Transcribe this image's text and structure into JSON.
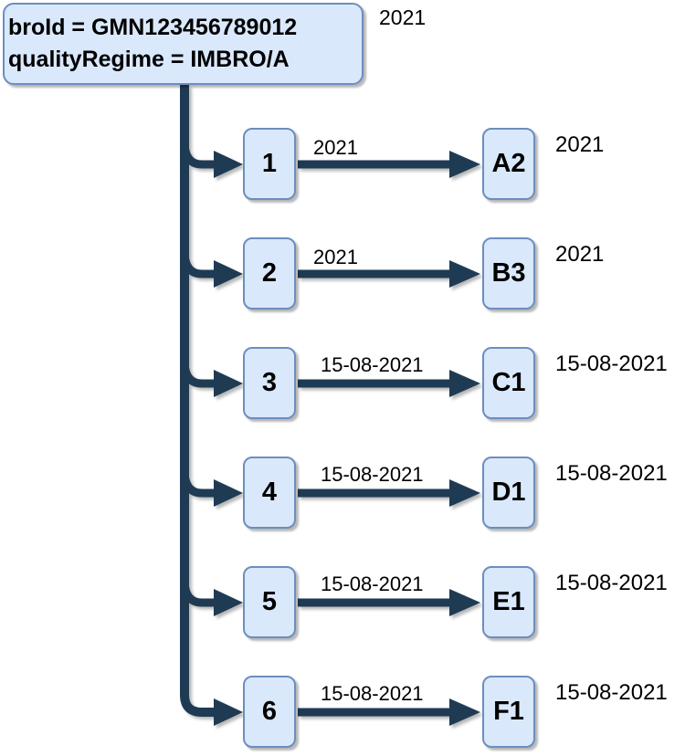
{
  "root": {
    "line1": "broId = GMN123456789012",
    "line2": "qualityRegime = IMBRO/A",
    "year_label": "2021"
  },
  "rows": [
    {
      "source": "1",
      "edge_label": "2021",
      "target": "A2",
      "right_label": "2021"
    },
    {
      "source": "2",
      "edge_label": "2021",
      "target": "B3",
      "right_label": "2021"
    },
    {
      "source": "3",
      "edge_label": "15-08-2021",
      "target": "C1",
      "right_label": "15-08-2021"
    },
    {
      "source": "4",
      "edge_label": "15-08-2021",
      "target": "D1",
      "right_label": "15-08-2021"
    },
    {
      "source": "5",
      "edge_label": "15-08-2021",
      "target": "E1",
      "right_label": "15-08-2021"
    },
    {
      "source": "6",
      "edge_label": "15-08-2021",
      "target": "F1",
      "right_label": "15-08-2021"
    }
  ],
  "colors": {
    "node_fill": "#dae8fc",
    "node_border": "#6c8ebf",
    "connector": "#1f3b54",
    "text": "#000000"
  }
}
